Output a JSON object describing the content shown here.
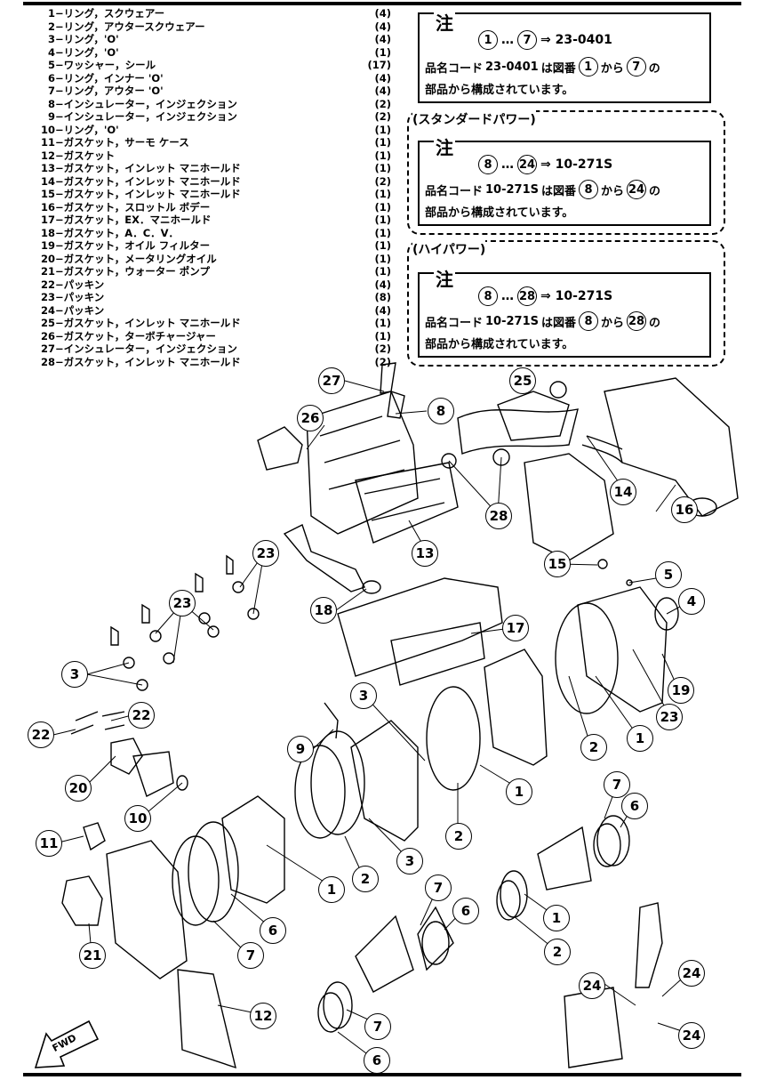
{
  "parts_list": [
    {
      "no": "1",
      "name": "−リング，スクウェアー",
      "qty": "(4)"
    },
    {
      "no": "2",
      "name": "−リング，アウタースクウェアー",
      "qty": "(4)"
    },
    {
      "no": "3",
      "name": "−リング，'O'",
      "qty": "(4)"
    },
    {
      "no": "4",
      "name": "−リング，'O'",
      "qty": "(1)"
    },
    {
      "no": "5",
      "name": "−ワッシャー，シール",
      "qty": "(17)"
    },
    {
      "no": "6",
      "name": "−リング，インナー 'O'",
      "qty": "(4)"
    },
    {
      "no": "7",
      "name": "−リング，アウター 'O'",
      "qty": "(4)"
    },
    {
      "no": "8",
      "name": "−インシュレーター，インジェクション",
      "qty": "(2)"
    },
    {
      "no": "9",
      "name": "−インシュレーター，インジェクション",
      "qty": "(2)"
    },
    {
      "no": "10",
      "name": "−リング，'O'",
      "qty": "(1)"
    },
    {
      "no": "11",
      "name": "−ガスケット，サーモ ケース",
      "qty": "(1)"
    },
    {
      "no": "12",
      "name": "−ガスケット",
      "qty": "(1)"
    },
    {
      "no": "13",
      "name": "−ガスケット，インレット マニホールド",
      "qty": "(1)"
    },
    {
      "no": "14",
      "name": "−ガスケット，インレット マニホールド",
      "qty": "(2)"
    },
    {
      "no": "15",
      "name": "−ガスケット，インレット マニホールド",
      "qty": "(1)"
    },
    {
      "no": "16",
      "name": "−ガスケット，スロットル ボデー",
      "qty": "(1)"
    },
    {
      "no": "17",
      "name": "−ガスケット，EX．マニホールド",
      "qty": "(1)"
    },
    {
      "no": "18",
      "name": "−ガスケット，A．C．V．",
      "qty": "(1)"
    },
    {
      "no": "19",
      "name": "−ガスケット，オイル フィルター",
      "qty": "(1)"
    },
    {
      "no": "20",
      "name": "−ガスケット，メータリングオイル",
      "qty": "(1)"
    },
    {
      "no": "21",
      "name": "−ガスケット，ウォーター ポンプ",
      "qty": "(1)"
    },
    {
      "no": "22",
      "name": "−パッキン",
      "qty": "(4)"
    },
    {
      "no": "23",
      "name": "−パッキン",
      "qty": "(8)"
    },
    {
      "no": "24",
      "name": "−パッキン",
      "qty": "(4)"
    },
    {
      "no": "25",
      "name": "−ガスケット，インレット マニホールド",
      "qty": "(1)"
    },
    {
      "no": "26",
      "name": "−ガスケット，ターボチャージャー",
      "qty": "(1)"
    },
    {
      "no": "27",
      "name": "−インシュレーター，インジェクション",
      "qty": "(2)"
    },
    {
      "no": "28",
      "name": "−ガスケット，インレット マニホールド",
      "qty": "(2)"
    }
  ],
  "notes": {
    "main": {
      "head": "注",
      "range_from": "1",
      "range_to": "7",
      "code": "⇒ 23-0401",
      "line1_prefix": "品名コード",
      "line1_code": "23-0401",
      "line1_mid": "は図番",
      "line1_from": "1",
      "line1_kara": "から",
      "line1_to": "7",
      "line1_no": "の",
      "line2": "部品から構成されています。"
    },
    "standard": {
      "title": "(スタンダードパワー)",
      "head": "注",
      "range_from": "8",
      "range_to": "24",
      "code": "⇒ 10-271S",
      "line1_prefix": "品名コード",
      "line1_code": "10-271S",
      "line1_mid": "は図番",
      "line1_from": "8",
      "line1_kara": "から",
      "line1_to": "24",
      "line1_no": "の",
      "line2": "部品から構成されています。"
    },
    "high": {
      "title": "(ハイパワー)",
      "head": "注",
      "range_from": "8",
      "range_to": "28",
      "code": "⇒ 10-271S",
      "line1_prefix": "品名コード",
      "line1_code": "10-271S",
      "line1_mid": "は図番",
      "line1_from": "8",
      "line1_kara": "から",
      "line1_to": "28",
      "line1_no": "の",
      "line2": "部品から構成されています。"
    }
  },
  "range_dots": "…",
  "callouts": [
    "27",
    "25",
    "8",
    "26",
    "14",
    "16",
    "28",
    "13",
    "23",
    "15",
    "5",
    "4",
    "18",
    "17",
    "23",
    "19",
    "3",
    "23",
    "3",
    "1",
    "2",
    "9",
    "22",
    "22",
    "1",
    "20",
    "10",
    "2",
    "11",
    "3",
    "1",
    "2",
    "7",
    "6",
    "7",
    "6",
    "1",
    "2",
    "7",
    "6",
    "21",
    "12",
    "7",
    "6",
    "24",
    "24",
    "24"
  ],
  "fwd_label": "FWD"
}
